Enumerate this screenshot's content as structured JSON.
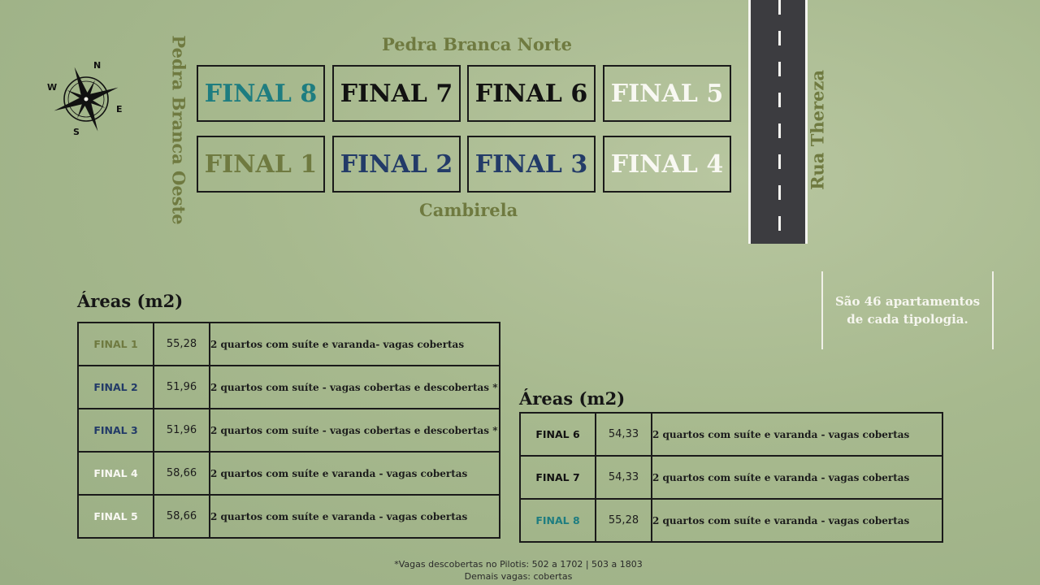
{
  "compass": {
    "north": "N",
    "south": "S",
    "east": "E",
    "west": "W"
  },
  "streets": {
    "north": "Pedra Branca Norte",
    "south": "Cambirela",
    "west": "Pedra Branca Oeste",
    "east": "Rua Thereza"
  },
  "lots": {
    "top_row": [
      {
        "label": "FINAL 8",
        "color": "#1e7d80"
      },
      {
        "label": "FINAL 7",
        "color": "#121212"
      },
      {
        "label": "FINAL 6",
        "color": "#121212"
      },
      {
        "label": "FINAL 5",
        "color": "#f8f8f2"
      }
    ],
    "bottom_row": [
      {
        "label": "FINAL 1",
        "color": "#6f7a40"
      },
      {
        "label": "FINAL 2",
        "color": "#233b68"
      },
      {
        "label": "FINAL 3",
        "color": "#233b68"
      },
      {
        "label": "FINAL 4",
        "color": "#f8f8f2"
      }
    ]
  },
  "areas_left": {
    "title": "Áreas (m2)",
    "rows": [
      {
        "final": "FINAL 1",
        "area": "55,28",
        "desc": "2 quartos com suíte e varanda-  vagas cobertas",
        "color": "#6f7a40"
      },
      {
        "final": "FINAL 2",
        "area": "51,96",
        "desc": "2 quartos com suíte -  vagas cobertas e descobertas *",
        "color": "#233b68"
      },
      {
        "final": "FINAL 3",
        "area": "51,96",
        "desc": "2 quartos com suíte -  vagas cobertas e descobertas *",
        "color": "#233b68"
      },
      {
        "final": "FINAL 4",
        "area": "58,66",
        "desc": "2 quartos com suíte e varanda -  vagas cobertas",
        "color": "#f8f8f2"
      },
      {
        "final": "FINAL 5",
        "area": "58,66",
        "desc": "2 quartos com suíte e varanda -  vagas cobertas",
        "color": "#f8f8f2"
      }
    ]
  },
  "areas_right": {
    "title": "Áreas (m2)",
    "rows": [
      {
        "final": "FINAL 6",
        "area": "54,33",
        "desc": "2 quartos com suíte e varanda -  vagas cobertas",
        "color": "#121212"
      },
      {
        "final": "FINAL 7",
        "area": "54,33",
        "desc": "2 quartos com suíte e varanda -  vagas cobertas",
        "color": "#121212"
      },
      {
        "final": "FINAL 8",
        "area": "55,28",
        "desc": "2 quartos com suíte e varanda -  vagas cobertas",
        "color": "#1e7d80"
      }
    ]
  },
  "info": {
    "line1": "São 46 apartamentos",
    "line2": "de cada tipologia."
  },
  "footnotes": {
    "line1": "*Vagas descobertas no Pilotis: 502 a 1702 | 503 a 1803",
    "line2": "Demais vagas: cobertas"
  }
}
